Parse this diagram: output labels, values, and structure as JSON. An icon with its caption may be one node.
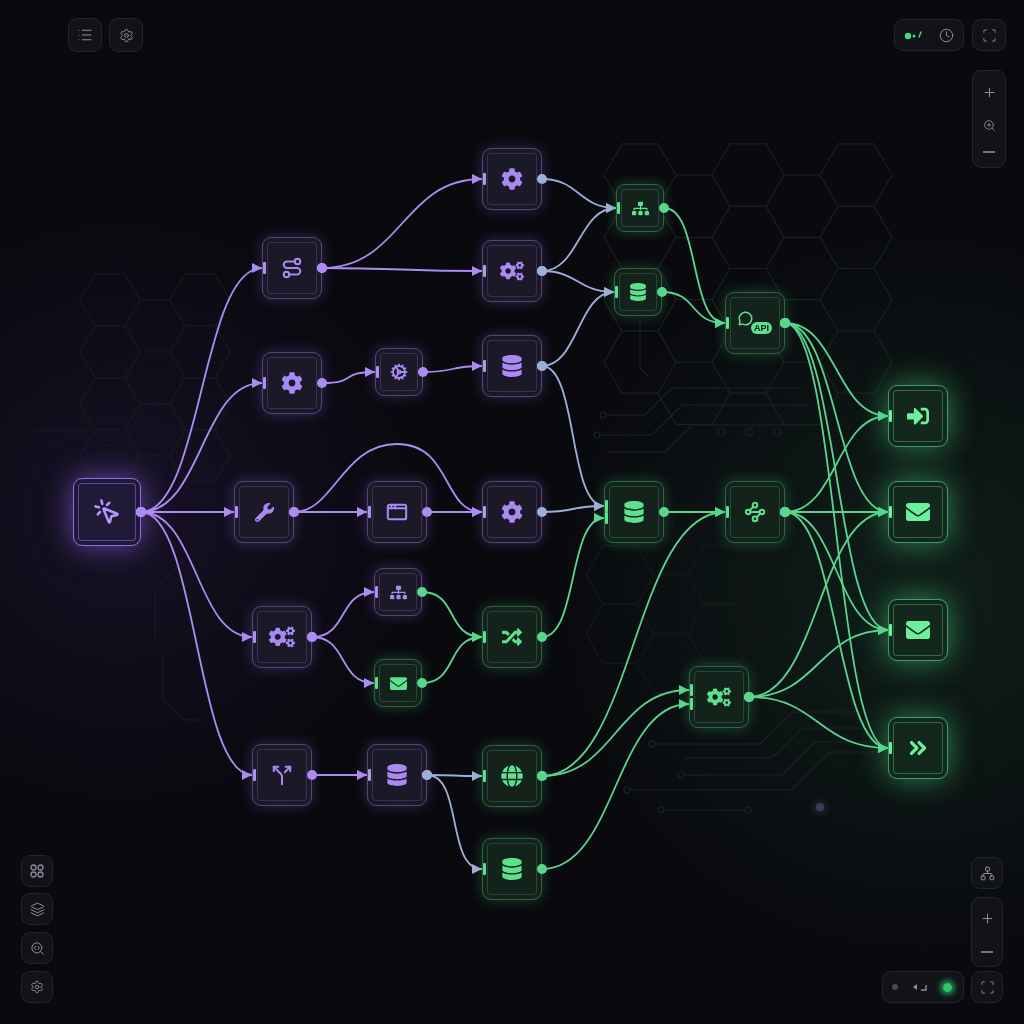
{
  "diagram": {
    "nodes": [
      {
        "text": [],
        "shape": "box"
      },
      {
        "text": [],
        "shape": "box"
      },
      {
        "text": [],
        "shape": "box"
      },
      {
        "text": [],
        "shape": "box"
      },
      {
        "text": [],
        "shape": "box"
      },
      {
        "text": [],
        "shape": "box"
      },
      {
        "text": [],
        "shape": "box"
      },
      {
        "text": [],
        "shape": "box"
      },
      {
        "text": [],
        "shape": "box"
      },
      {
        "text": [],
        "shape": "box"
      },
      {
        "text": [],
        "shape": "box"
      },
      {
        "text": [],
        "shape": "box"
      },
      {
        "text": [],
        "shape": "box"
      },
      {
        "text": [],
        "shape": "box"
      },
      {
        "text": [],
        "shape": "box"
      },
      {
        "text": [],
        "shape": "box"
      },
      {
        "text": [],
        "shape": "box"
      },
      {
        "text": [],
        "shape": "box"
      },
      {
        "text": [],
        "shape": "box"
      },
      {
        "text": [],
        "shape": "box"
      },
      {
        "text": [],
        "shape": "box"
      },
      {
        "text": [
          "API"
        ]
      },
      {
        "text": [],
        "shape": "box"
      },
      {
        "text": [],
        "shape": "box"
      },
      {
        "text": [],
        "shape": "box"
      },
      {
        "text": [],
        "shape": "box"
      },
      {
        "text": [],
        "shape": "box"
      },
      {
        "text": [],
        "shape": "box"
      }
    ],
    "edges": [
      {
        "from": 0,
        "to": 1,
        "arrow": "to",
        "color": "#ad8cf2"
      },
      {
        "from": 0,
        "to": 2,
        "arrow": "to",
        "color": "#ad8cf2"
      },
      {
        "from": 0,
        "to": 3,
        "arrow": "to",
        "color": "#ad8cf2"
      },
      {
        "from": 0,
        "to": 4,
        "arrow": "to",
        "color": "#ad8cf2"
      },
      {
        "from": 0,
        "to": 5,
        "arrow": "to",
        "color": "#ad8cf2"
      },
      {
        "from": 1,
        "to": 11,
        "arrow": "to",
        "color": "#ad8cf2"
      },
      {
        "from": 1,
        "to": 12,
        "arrow": "to",
        "color": "#ad8cf2"
      },
      {
        "from": 2,
        "to": 6,
        "arrow": "to",
        "color": "#ad8cf2"
      },
      {
        "from": 3,
        "to": 7,
        "arrow": "to",
        "color": "#ad8cf2"
      },
      {
        "from": 3,
        "to": 14,
        "arrow": "to",
        "color": "#ad8cf2"
      },
      {
        "from": 4,
        "to": 8,
        "arrow": "to",
        "color": "#ad8cf2"
      },
      {
        "from": 4,
        "to": 9,
        "arrow": "to",
        "color": "#ad8cf2"
      },
      {
        "from": 5,
        "to": 10,
        "arrow": "to",
        "color": "#ad8cf2"
      },
      {
        "from": 6,
        "to": 13,
        "arrow": "to",
        "color": "#ad8cf2"
      },
      {
        "from": 7,
        "to": 14,
        "arrow": "to",
        "color": "#ad8cf2"
      },
      {
        "from": 8,
        "to": 15,
        "arrow": "to"
      },
      {
        "from": 9,
        "to": 15,
        "arrow": "to"
      },
      {
        "from": 10,
        "to": 16,
        "arrow": "to",
        "color": "#9eaed6"
      },
      {
        "from": 10,
        "to": 17,
        "arrow": "to",
        "color": "#9eaed6"
      },
      {
        "from": 11,
        "to": 18,
        "arrow": "to",
        "color": "#9eaed6"
      },
      {
        "from": 12,
        "to": 18,
        "arrow": "to",
        "color": "#9eaed6"
      },
      {
        "from": 12,
        "to": 19,
        "arrow": "to",
        "color": "#9eaed6"
      },
      {
        "from": 13,
        "to": 19,
        "arrow": "to",
        "color": "#9eaed6"
      },
      {
        "from": 13,
        "to": 20,
        "arrow": "to",
        "color": "#9eaed6"
      },
      {
        "from": 14,
        "to": 20,
        "arrow": "to",
        "color": "#9eaed6"
      },
      {
        "from": 15,
        "to": 20,
        "arrow": "to"
      },
      {
        "from": 16,
        "to": 22,
        "arrow": "to"
      },
      {
        "from": 16,
        "to": 23,
        "arrow": "to"
      },
      {
        "from": 17,
        "to": 23,
        "arrow": "to"
      },
      {
        "from": 18,
        "to": 21,
        "arrow": "to"
      },
      {
        "from": 19,
        "to": 21,
        "arrow": "to"
      },
      {
        "from": 20,
        "to": 22,
        "arrow": "to"
      },
      {
        "from": 21,
        "to": 24,
        "arrow": "to"
      },
      {
        "from": 21,
        "to": 25,
        "arrow": "to"
      },
      {
        "from": 21,
        "to": 26,
        "arrow": "to"
      },
      {
        "from": 21,
        "to": 27,
        "arrow": "to"
      },
      {
        "from": 22,
        "to": 24,
        "arrow": "to"
      },
      {
        "from": 22,
        "to": 25,
        "arrow": "to"
      },
      {
        "from": 22,
        "to": 26,
        "arrow": "to"
      },
      {
        "from": 22,
        "to": 27,
        "arrow": "to"
      },
      {
        "from": 23,
        "to": 25,
        "arrow": "to"
      },
      {
        "from": 23,
        "to": 26,
        "arrow": "to"
      },
      {
        "from": 23,
        "to": 27,
        "arrow": "to"
      }
    ]
  }
}
